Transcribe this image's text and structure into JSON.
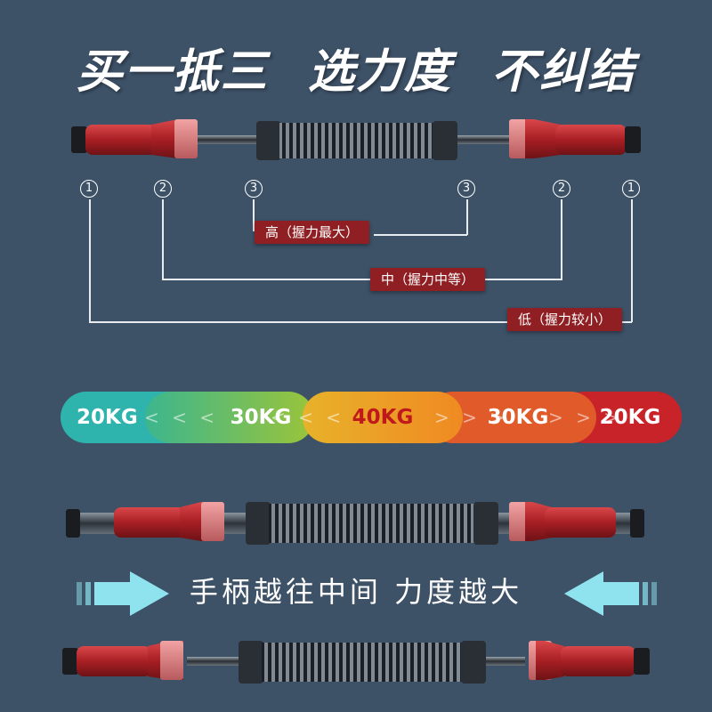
{
  "headline": {
    "part1": "买一抵三",
    "part2": "选力度",
    "part3": "不纠结"
  },
  "position_markers": {
    "left_1": "1",
    "left_2": "2",
    "left_3": "3",
    "right_3": "3",
    "right_2": "2",
    "right_1": "1"
  },
  "levels": {
    "high": "高（握力最大）",
    "mid": "中（握力中等）",
    "low": "低（握力较小）"
  },
  "scale": {
    "segments": [
      {
        "label": "20KG",
        "color": "#2fb3ad"
      },
      {
        "label": "30KG",
        "color": "#9bc43a"
      },
      {
        "label": "40KG",
        "color": "#ef8a22",
        "text_color": "#c0191c"
      },
      {
        "label": "30KG",
        "color": "#e05a2a"
      },
      {
        "label": "20KG",
        "color": "#c9232a"
      }
    ],
    "chevrons_left": "< < <",
    "chevrons_mid_left": "< < <",
    "chevrons_mid_right": "> > >",
    "chevrons_right": "> > >"
  },
  "slogan": "手柄越往中间 力度越大",
  "colors": {
    "background": "#3d5167",
    "tag_red": "#8f1f22",
    "grip_red": "#b8282c",
    "arrow_cyan": "#8fe3ee"
  },
  "icons": [
    "position-circle-icon",
    "arrow-right-icon",
    "arrow-left-icon"
  ]
}
